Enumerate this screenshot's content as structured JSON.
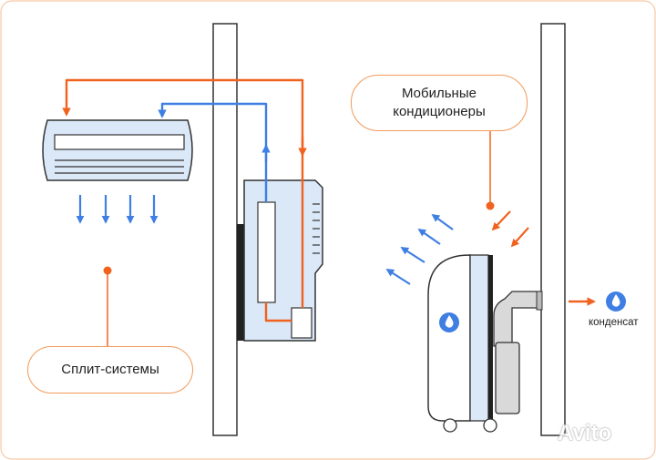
{
  "split_system_label": "Сплит-системы",
  "mobile_ac_label_line1": "Мобильные",
  "mobile_ac_label_line2": "кондиционеры",
  "condensate_label": "конденсат",
  "watermark_text": "Avito",
  "colors": {
    "orange": "#f0621e",
    "blue": "#3f7fe3",
    "unit_fill": "#dbe8f7",
    "outline": "#333333",
    "callout_border": "#f39a5a"
  }
}
